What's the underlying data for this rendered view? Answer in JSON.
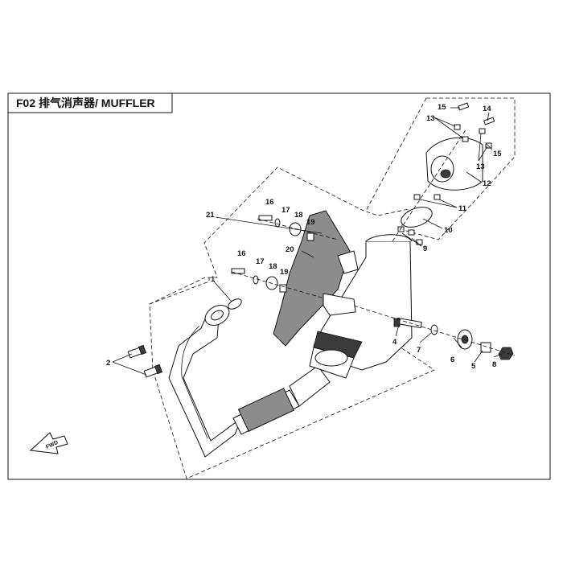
{
  "diagram": {
    "title": "F02  排气消声器/ MUFFLER",
    "fwd_label": "FWD",
    "callouts": {
      "c1": "1",
      "c2": "2",
      "c4": "4",
      "c5": "5",
      "c6": "6",
      "c7": "7",
      "c8": "8",
      "c9": "9",
      "c10": "10",
      "c11": "11",
      "c12": "12",
      "c13a": "13",
      "c13b": "13",
      "c14": "14",
      "c15a": "15",
      "c15b": "15",
      "c16a": "16",
      "c16b": "16",
      "c17a": "17",
      "c17b": "17",
      "c18a": "18",
      "c18b": "18",
      "c19a": "19",
      "c19b": "19",
      "c20": "20",
      "c21": "21"
    }
  }
}
